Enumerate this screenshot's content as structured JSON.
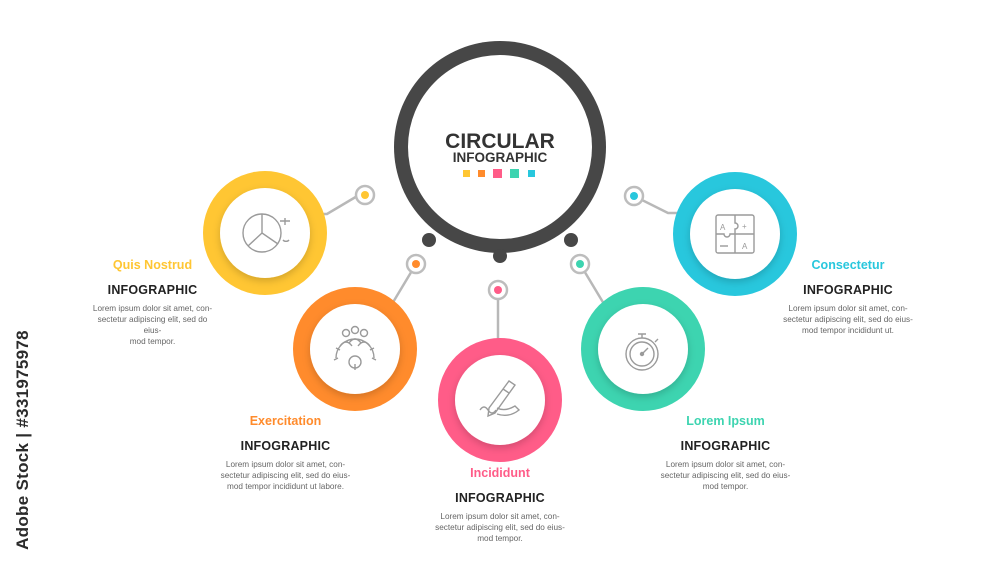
{
  "center": {
    "title": "CIRCULAR",
    "subtitle": "INFOGRAPHIC",
    "dot_colors": [
      "#ffc633",
      "#ff8b2c",
      "#ff5c88",
      "#3dd4b0",
      "#28c7dd"
    ]
  },
  "items": [
    {
      "title": "Quis Nostrud",
      "subtitle": "INFOGRAPHIC",
      "desc": "Lorem ipsum dolor sit amet, con-\nsectetur adipiscing elit, sed do eius-\nmod tempor.",
      "color": "#ffc633",
      "icon": "pie-chart-icon"
    },
    {
      "title": "Exercitation",
      "subtitle": "INFOGRAPHIC",
      "desc": "Lorem ipsum dolor sit amet, con-\nsectetur adipiscing elit, sed do eius-\nmod tempor incididunt ut labore.",
      "color": "#ff8b2c",
      "icon": "team-gear-icon"
    },
    {
      "title": "Incididunt",
      "subtitle": "INFOGRAPHIC",
      "desc": "Lorem ipsum dolor sit amet, con-\nsectetur adipiscing elit, sed do eius-\nmod tempor.",
      "color": "#ff5c88",
      "icon": "signature-pen-icon"
    },
    {
      "title": "Lorem Ipsum",
      "subtitle": "INFOGRAPHIC",
      "desc": "Lorem ipsum dolor sit amet, con-\nsectetur adipiscing elit, sed do eius-\nmod tempor.",
      "color": "#3dd4b0",
      "icon": "stopwatch-icon"
    },
    {
      "title": "Consectetur",
      "subtitle": "INFOGRAPHIC",
      "desc": "Lorem ipsum dolor sit amet, con-\nsectetur adipiscing elit, sed do eius-\nmod tempor incididunt ut.",
      "color": "#28c7dd",
      "icon": "puzzle-icon"
    }
  ],
  "watermark": "Adobe Stock | #331975978"
}
